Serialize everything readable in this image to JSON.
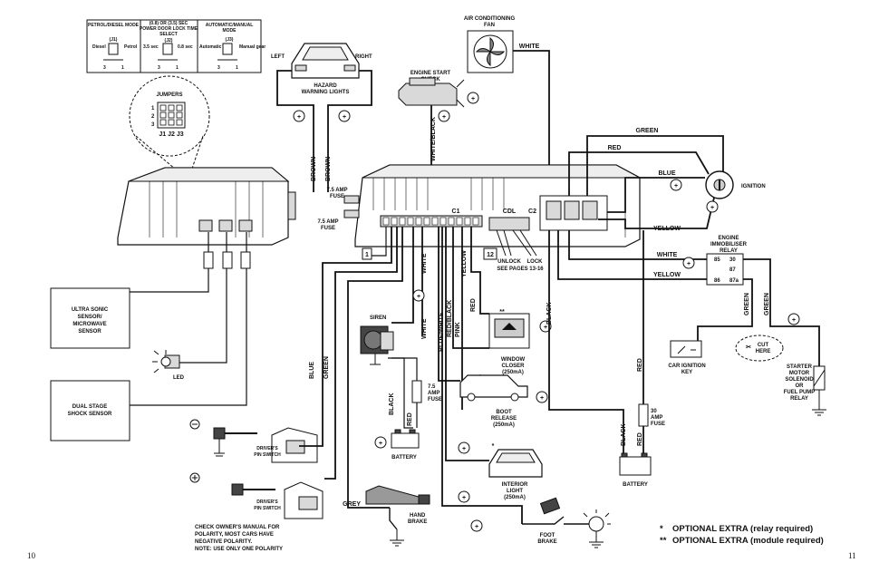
{
  "jumpers_panel": {
    "j1": {
      "title": "PETROL/DIESEL MODE",
      "id": "(J1)",
      "left": "Diesel",
      "right": "Petrol",
      "pin_left": "3",
      "pin_right": "1"
    },
    "j2": {
      "title_line1": "(0.8) OR (3.5) SEC",
      "title_line2": "POWER DOOR LOCK TIME",
      "title_line3": "SELECT",
      "id": "(J2)",
      "left": "3.5 sec",
      "right": "0.8 sec",
      "pin_left": "3",
      "pin_right": "1"
    },
    "j3": {
      "title_line1": "AUTOMATIC/MANUAL",
      "title_line2": "MODE",
      "id": "(J3)",
      "left": "Automatic gear",
      "right": "Manual gear",
      "pin_left": "3",
      "pin_right": "1"
    }
  },
  "jumpers_detail": {
    "title": "JUMPERS",
    "rows": [
      "1",
      "2",
      "3"
    ],
    "cols": "J1 J2 J3"
  },
  "components": {
    "ultrasonic_sensor": [
      "ULTRA SONIC",
      "SENSOR/",
      "MICROWAVE",
      "SENSOR"
    ],
    "shock_sensor": [
      "DUAL STAGE",
      "SHOCK SENSOR"
    ],
    "led": "LED",
    "drivers_pin_switch": [
      "DRIVER'S",
      "PIN SWITCH"
    ],
    "hazard_left": "LEFT",
    "hazard_right": "RIGHT",
    "hazard": [
      "HAZARD",
      "WARNING LIGHTS"
    ],
    "engine_start": [
      "ENGINE START",
      "CHECK"
    ],
    "aircon": [
      "AIR CONDITIONING",
      "FAN"
    ],
    "ignition": "IGNITION",
    "immobiliser": [
      "ENGINE",
      "IMMOBILISER",
      "RELAY"
    ],
    "relay_pins": [
      "85",
      "30",
      "87",
      "86",
      "87a"
    ],
    "siren": "SIREN",
    "window_closer": [
      "WINDOW",
      "CLOSER",
      "(250mA)"
    ],
    "boot_release": [
      "BOOT",
      "RELEASE",
      "(250mA)"
    ],
    "interior_light": [
      "INTERIOR",
      "LIGHT",
      "(250mA)"
    ],
    "battery": "BATTERY",
    "hand_brake": [
      "HAND",
      "BRAKE"
    ],
    "foot_brake": [
      "FOOT",
      "BRAKE"
    ],
    "car_ignition_key": [
      "CAR IGNITION",
      "KEY"
    ],
    "cut_here": [
      "CUT",
      "HERE"
    ],
    "starter": [
      "STARTER",
      "MOTOR",
      "SOLENOID",
      "OR",
      "FUEL PUMP",
      "RELAY"
    ],
    "fuse_75": [
      "7.5 AMP",
      "FUSE"
    ],
    "fuse_75_b": [
      "7.5",
      "AMP",
      "FUSE"
    ],
    "fuse_30": [
      "30",
      "AMP",
      "FUSE"
    ],
    "connector_c1": "C1",
    "connector_cdl": "CDL",
    "connector_c2": "C2",
    "pin_1": "1",
    "pin_12": "12",
    "cdl_unlock": "UNLOCK",
    "cdl_lock": "LOCK",
    "see_pages": "SEE PAGES 13-16"
  },
  "wire_labels": {
    "brown": "BROWN",
    "white_black": "WHITE/BLACK",
    "white": "WHITE",
    "green": "GREEN",
    "red": "RED",
    "blue": "BLUE",
    "yellow": "YELLOW",
    "black": "BLACK",
    "blue_white": "BLUE/WHITE",
    "red_black": "RED/BLACK",
    "pink": "PINK",
    "grey": "GREY"
  },
  "symbols": {
    "plus": "+",
    "star": "*",
    "star2": "**"
  },
  "polarity_note": [
    "CHECK OWNER'S MANUAL FOR",
    "POLARITY, MOST CARS HAVE",
    "NEGATIVE POLARITY.",
    "NOTE: USE ONLY ONE POLARITY"
  ],
  "legend": [
    {
      "mark": "*",
      "text": "OPTIONAL EXTRA (relay required)"
    },
    {
      "mark": "**",
      "text": "OPTIONAL EXTRA (module required)"
    }
  ],
  "page_numbers": {
    "left": "10",
    "right": "11"
  }
}
